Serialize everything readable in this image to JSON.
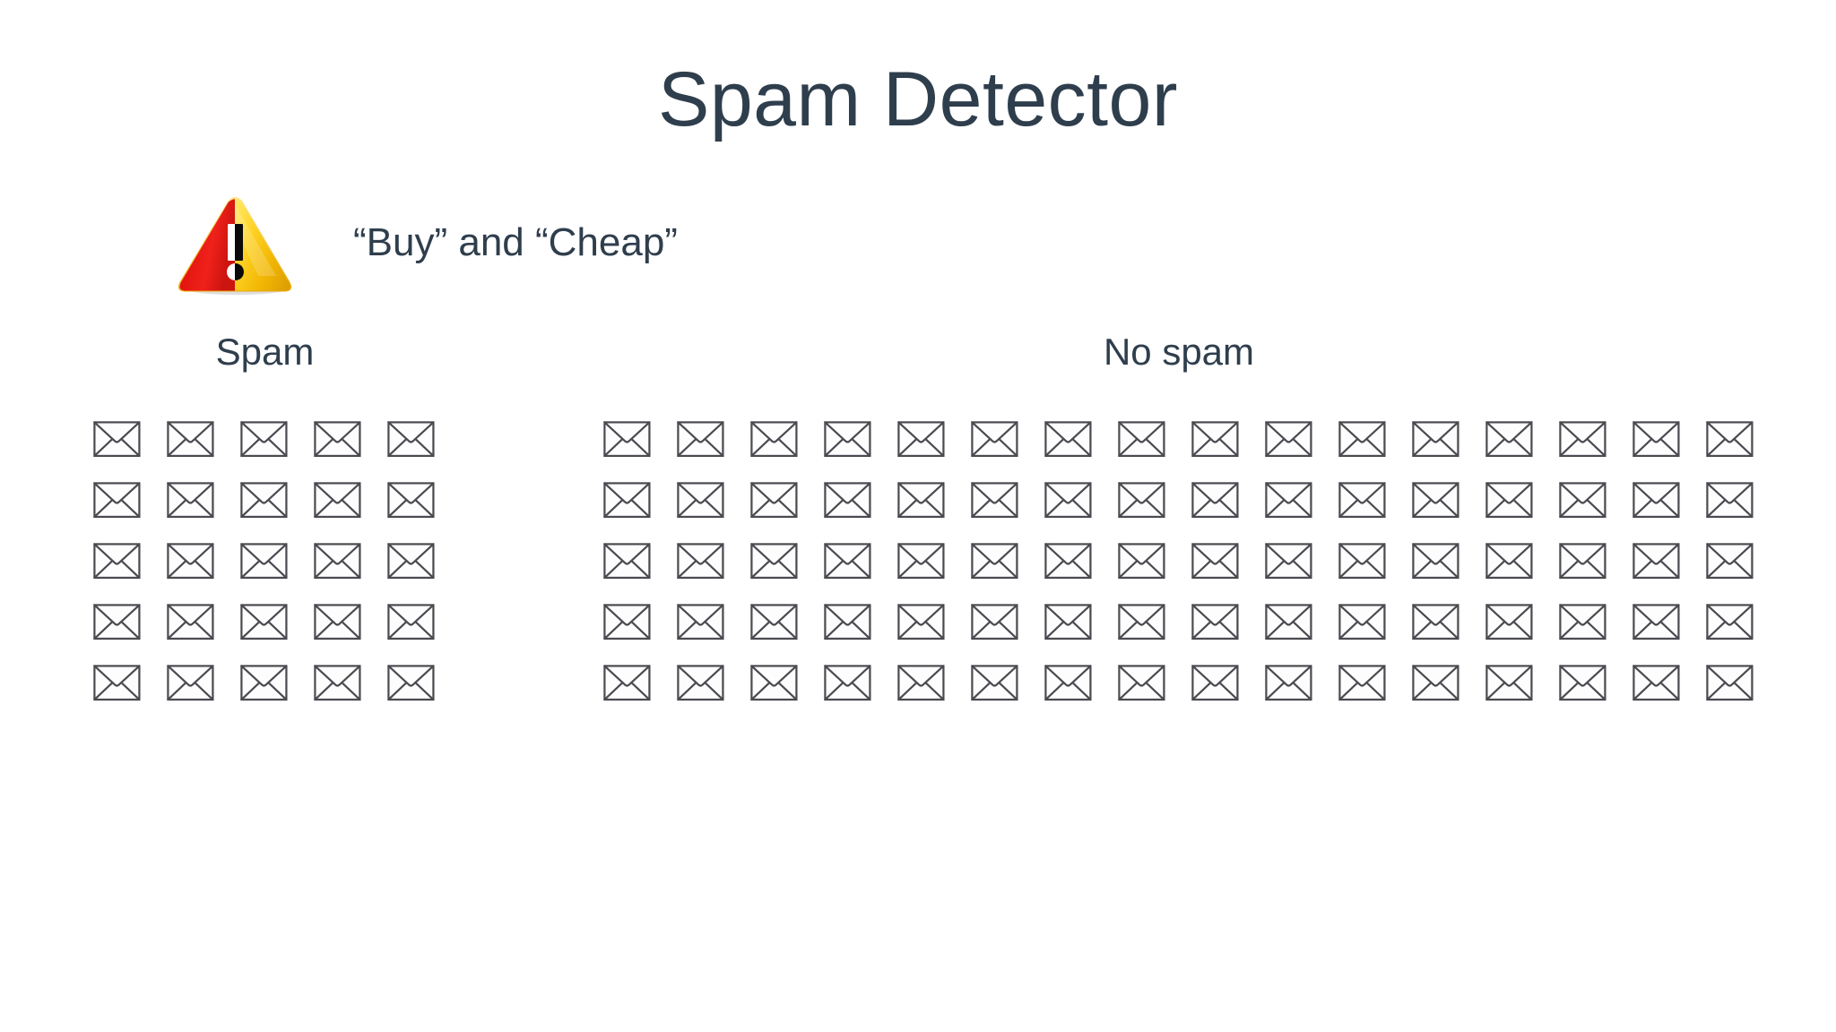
{
  "slide": {
    "title": "Spam Detector",
    "background_color": "#ffffff",
    "text_color": "#2f3e4d"
  },
  "rule": {
    "icon": "warning-triangle-icon",
    "icon_colors": {
      "left_half": "#e01b15",
      "right_half": "#f5c518",
      "exclamation_left": "#ffffff",
      "exclamation_right": "#000000"
    },
    "text": "“Buy” and “Cheap”"
  },
  "classes": [
    {
      "id": "spam",
      "label": "Spam",
      "icon": "envelope-icon",
      "columns": 5,
      "rows": 5,
      "count": 25
    },
    {
      "id": "no-spam",
      "label": "No spam",
      "icon": "envelope-icon",
      "columns": 16,
      "rows": 5,
      "count": 80
    }
  ],
  "envelope": {
    "stroke_color": "#4a4a50",
    "fill_color": "#fdfdfe"
  }
}
